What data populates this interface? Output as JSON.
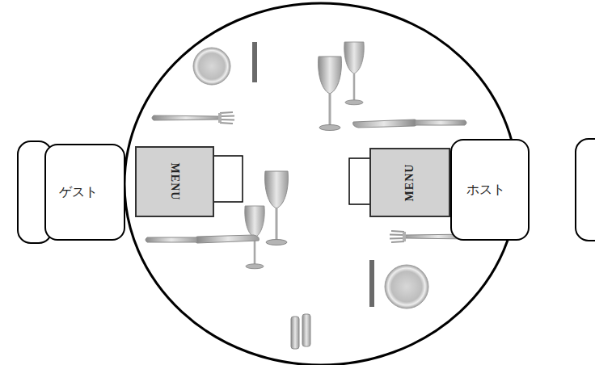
{
  "diagram": {
    "nodes": [
      {
        "text": [
          "ゲスト"
        ]
      },
      {
        "text": [
          "MENU"
        ]
      },
      {
        "text": [
          "MENU"
        ]
      },
      {
        "text": [
          "ホスト"
        ]
      }
    ]
  }
}
